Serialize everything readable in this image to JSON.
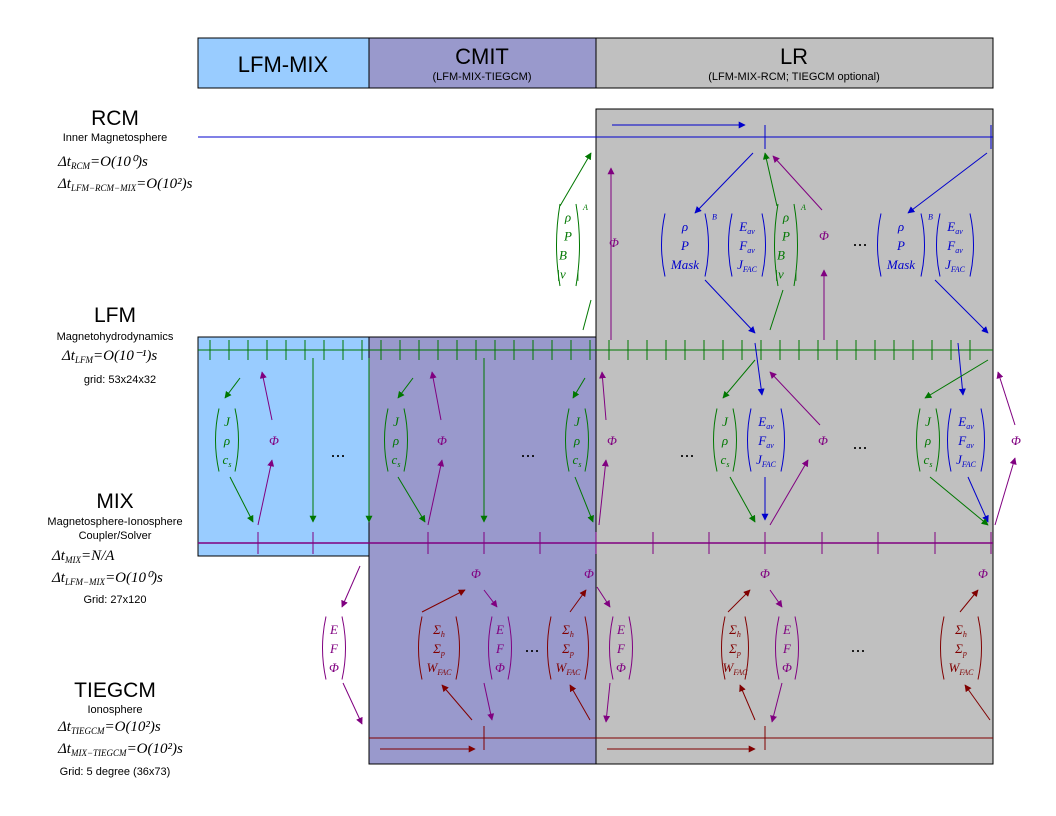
{
  "header": {
    "lfm_mix": "LFM-MIX",
    "cmit": "CMIT",
    "cmit_sub": "(LFM-MIX-TIEGCM)",
    "lr": "LR",
    "lr_sub": "(LFM-MIX-RCM; TIEGCM optional)"
  },
  "rows": {
    "rcm": {
      "title": "RCM",
      "subtitle": "Inner Magnetosphere",
      "dt1_lhs": "Δt",
      "dt1_sub": "RCM",
      "dt1_rhs": "=O(10⁰)s",
      "dt2_lhs": "Δt",
      "dt2_sub": "LFM−RCM−MIX",
      "dt2_rhs": "=O(10²)s"
    },
    "lfm": {
      "title": "LFM",
      "subtitle": "Magnetohydrodynamics",
      "dt1_lhs": "Δt",
      "dt1_sub": "LFM",
      "dt1_rhs": "=O(10⁻¹)s",
      "grid": "grid: 53x24x32"
    },
    "mix": {
      "title": "MIX",
      "subtitle1": "Magnetosphere-Ionosphere",
      "subtitle2": "Coupler/Solver",
      "dt1_lhs": "Δt",
      "dt1_sub": "MIX",
      "dt1_rhs": "=N/A",
      "dt2_lhs": "Δt",
      "dt2_sub": "LFM−MIX",
      "dt2_rhs": "=O(10⁰)s",
      "grid": "Grid: 27x120"
    },
    "tiegcm": {
      "title": "TIEGCM",
      "subtitle": "Ionosphere",
      "dt1_lhs": "Δt",
      "dt1_sub": "TIEGCM",
      "dt1_rhs": "=O(10²)s",
      "dt2_lhs": "Δt",
      "dt2_sub": "MIX−TIEGCM",
      "dt2_rhs": "=O(10²)s",
      "grid": "Grid: 5 degree (36x73)"
    }
  },
  "symbols": {
    "phi": "Φ",
    "ellipsis": "...",
    "sup_a": "A",
    "sup_b": "B",
    "vec_rcm": [
      "ρ",
      "P",
      "B⃗",
      "|v⃗|"
    ],
    "vec_rcm_b": [
      "ρ",
      "P",
      "Mask"
    ],
    "vec_lfm_mix": [
      "J",
      "ρ",
      "c"
    ],
    "vec_lfm_mix_sub": "s",
    "vec_energy": [
      "E",
      "F",
      "J"
    ],
    "vec_energy_sub": [
      "av",
      "av",
      "FAC"
    ],
    "vec_conduct": [
      "Σ",
      "Σ",
      "W"
    ],
    "vec_conduct_sub": [
      "h",
      "p",
      "FAC"
    ],
    "vec_efp": [
      "E",
      "F",
      "Φ"
    ]
  },
  "colors": {
    "lfm_mix_bg": "#99ccff",
    "cmit_bg": "#9999cc",
    "lr_bg": "#c0c0c0",
    "rcm_line": "#0000cc",
    "lfm_line": "#007700",
    "mix_line": "#800080",
    "tiegcm_line": "#800000"
  }
}
